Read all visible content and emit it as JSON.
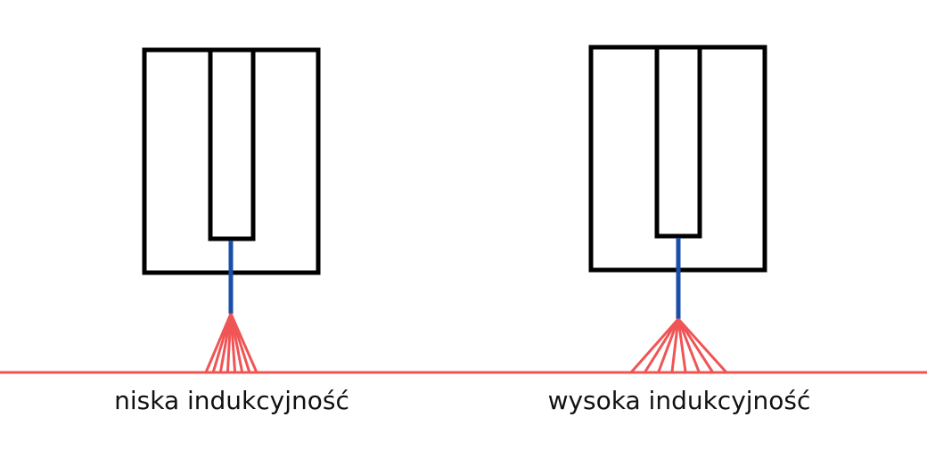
{
  "colors": {
    "outline": "#000000",
    "lead": "#1a4fa8",
    "fan": "#f05454",
    "surface": "#f05454",
    "background": "#ffffff"
  },
  "left": {
    "caption": "niska indukcyjność",
    "fan_line_count": 8
  },
  "right": {
    "caption": "wysoka indukcyjność",
    "fan_line_count": 8
  }
}
